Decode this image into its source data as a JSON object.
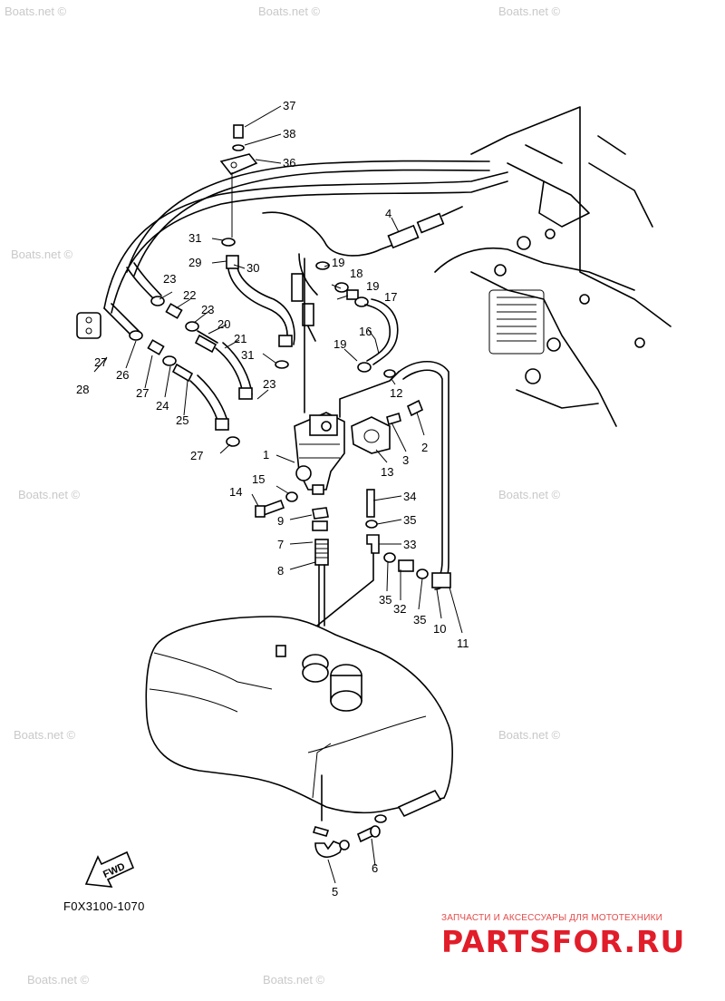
{
  "diagram_code": "F0X3100-1070",
  "watermark_text": "Boats.net ©",
  "fwd_label": "FWD",
  "banner": {
    "subtitle": "ЗАПЧАСТИ И АКСЕССУАРЫ ДЛЯ МОТОТЕХНИКИ",
    "logo": "PARTSFOR.RU",
    "color": "#e11d2a"
  },
  "callouts": [
    "37",
    "38",
    "36",
    "4",
    "31",
    "29",
    "30",
    "19",
    "18",
    "19",
    "17",
    "23",
    "22",
    "23",
    "20",
    "21",
    "16",
    "19",
    "27",
    "26",
    "27",
    "24",
    "25",
    "28",
    "31",
    "23",
    "12",
    "2",
    "3",
    "13",
    "27",
    "1",
    "15",
    "14",
    "9",
    "7",
    "8",
    "34",
    "35",
    "33",
    "35",
    "32",
    "35",
    "10",
    "11",
    "5",
    "6"
  ]
}
